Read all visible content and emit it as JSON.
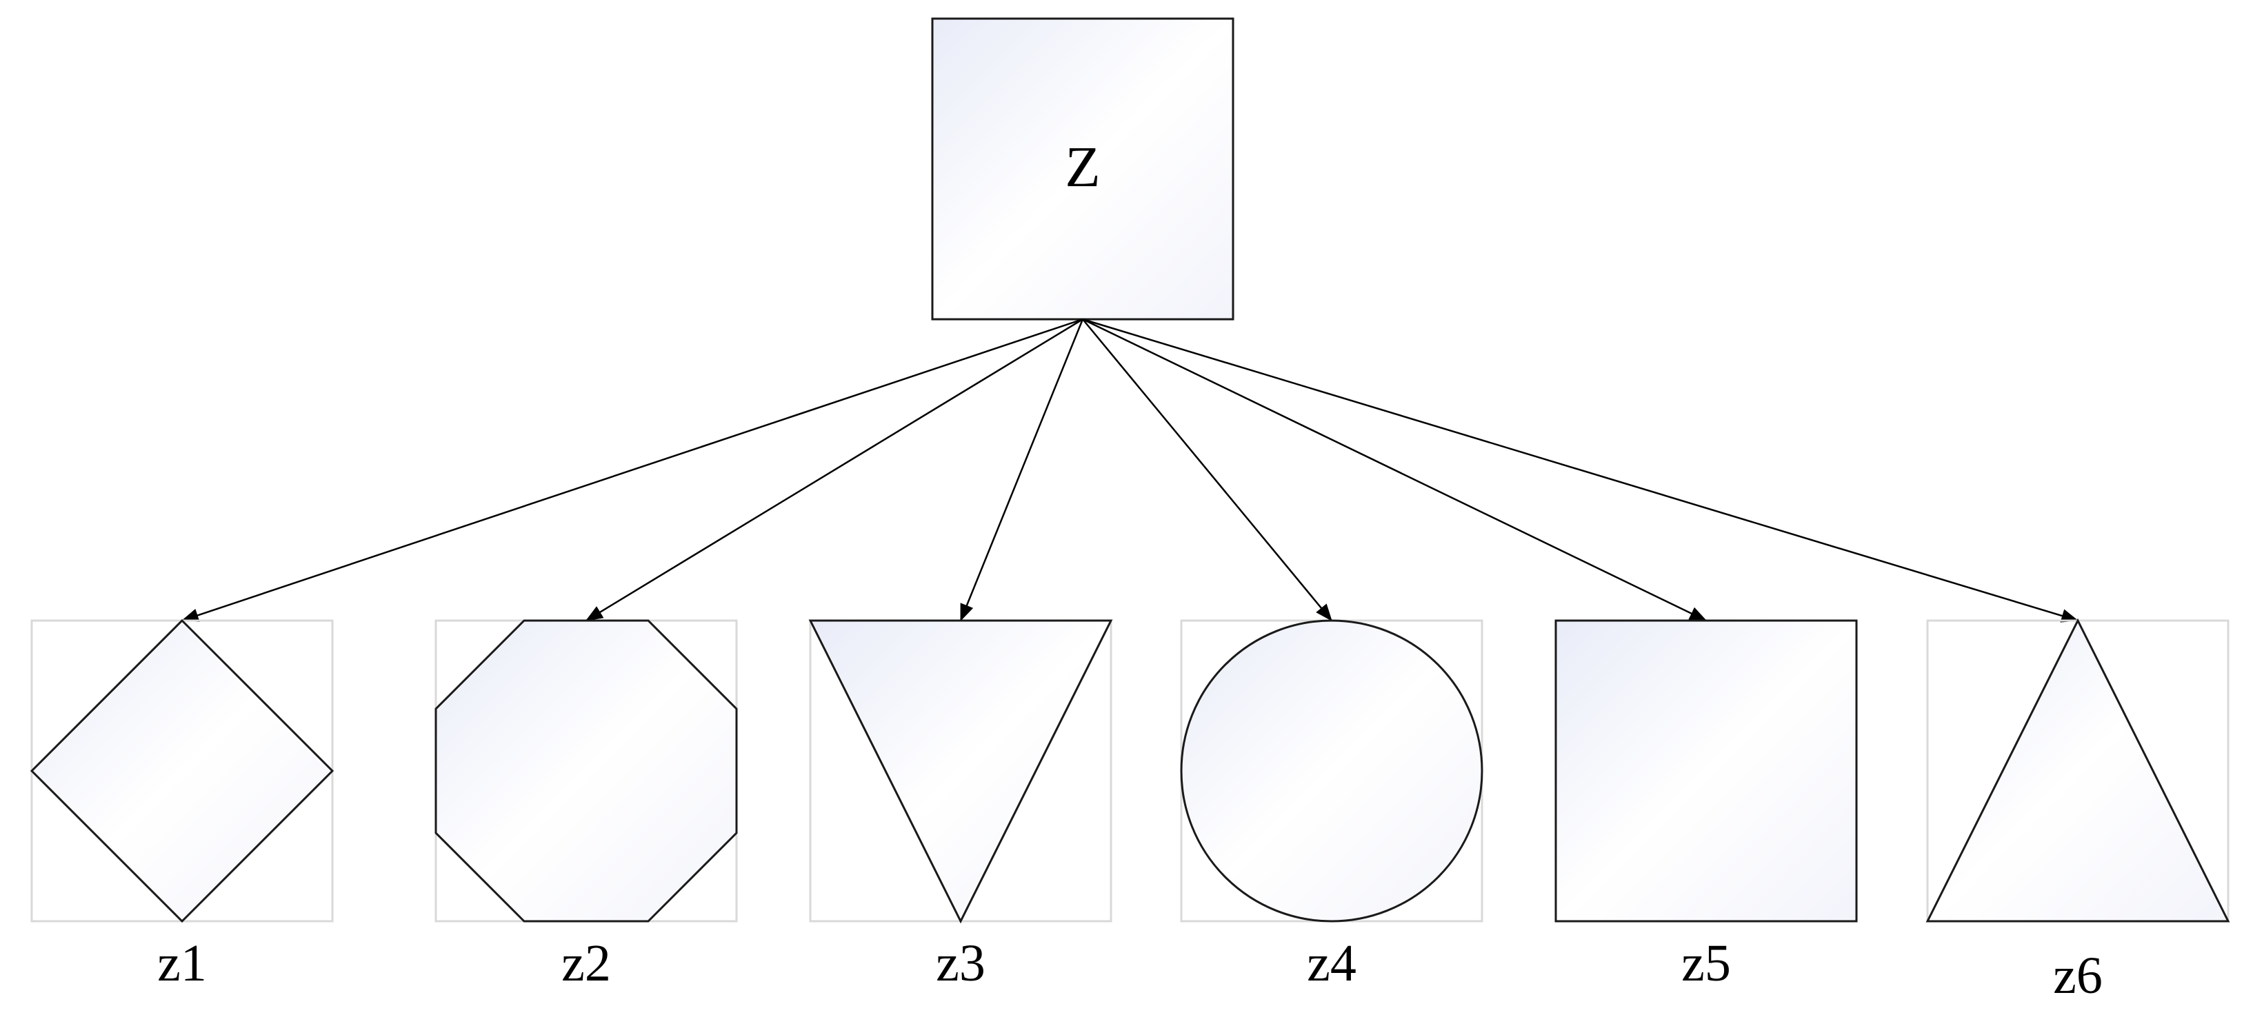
{
  "colors": {
    "fill_light": "#e9ecf8",
    "fill_white": "#ffffff",
    "stroke": "#1a1a1a",
    "frame": "#d9d9d9"
  },
  "root": {
    "label": "Z",
    "shape": "square"
  },
  "children": [
    {
      "label": "z1",
      "shape": "diamond"
    },
    {
      "label": "z2",
      "shape": "octagon"
    },
    {
      "label": "z3",
      "shape": "inverted-triangle"
    },
    {
      "label": "z4",
      "shape": "circle"
    },
    {
      "label": "z5",
      "shape": "square"
    },
    {
      "label": "z6",
      "shape": "triangle"
    }
  ]
}
